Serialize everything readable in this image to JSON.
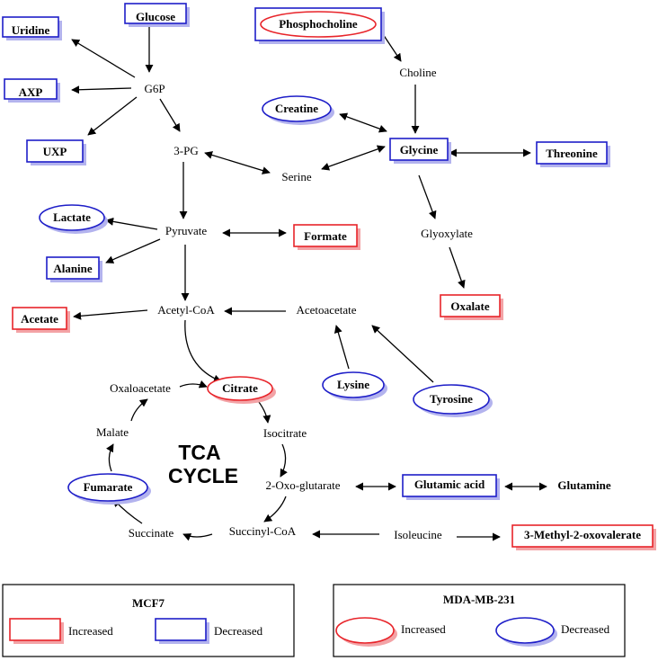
{
  "colors": {
    "increased": "#e8242a",
    "decreased": "#1e1ec8",
    "increased_shadow": "#f3a3a6",
    "decreased_shadow": "#b3b3ee"
  },
  "nodes": {
    "glucose": "Glucose",
    "uridine": "Uridine",
    "axp": "AXP",
    "uxp": "UXP",
    "g6p": "G6P",
    "pg3": "3-PG",
    "serine": "Serine",
    "phosphocholine": "Phosphocholine",
    "choline": "Choline",
    "creatine": "Creatine",
    "glycine": "Glycine",
    "threonine": "Threonine",
    "glyoxylate": "Glyoxylate",
    "oxalate": "Oxalate",
    "lactate": "Lactate",
    "pyruvate": "Pyruvate",
    "formate": "Formate",
    "alanine": "Alanine",
    "acetate": "Acetate",
    "acetyl_coa": "Acetyl-CoA",
    "acetoacetate": "Acetoacetate",
    "lysine": "Lysine",
    "tyrosine": "Tyrosine",
    "oxaloacetate": "Oxaloacetate",
    "citrate": "Citrate",
    "isocitrate": "Isocitrate",
    "malate": "Malate",
    "tca_line1": "TCA",
    "tca_line2": "CYCLE",
    "oxo_glutarate": "2-Oxo-glutarate",
    "glutamic_acid": "Glutamic acid",
    "glutamine": "Glutamine",
    "fumarate": "Fumarate",
    "succinate": "Succinate",
    "succinyl_coa": "Succinyl-CoA",
    "isoleucine": "Isoleucine",
    "methyl_oxovalerate": "3-Methyl-2-oxovalerate"
  },
  "legend": {
    "mcf7": {
      "title": "MCF7",
      "increased": "Increased",
      "decreased": "Decreased"
    },
    "mda": {
      "title": "MDA-MB-231",
      "increased": "Increased",
      "decreased": "Decreased"
    }
  }
}
